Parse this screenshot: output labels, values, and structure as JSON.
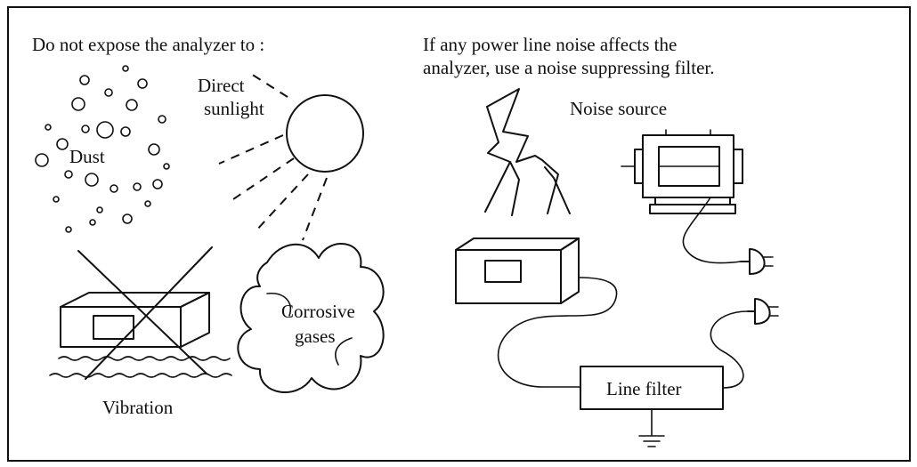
{
  "left_panel": {
    "heading": "Do not expose the analyzer to :",
    "labels": {
      "dust": "Dust",
      "direct_sunlight_line1": "Direct",
      "direct_sunlight_line2": "sunlight",
      "vibration": "Vibration",
      "corrosive_line1": "Corrosive",
      "corrosive_line2": "gases"
    }
  },
  "right_panel": {
    "heading_line1": "If any power line noise affects the",
    "heading_line2": "analyzer, use a noise suppressing filter.",
    "labels": {
      "noise_source": "Noise source",
      "line_filter": "Line filter"
    }
  }
}
